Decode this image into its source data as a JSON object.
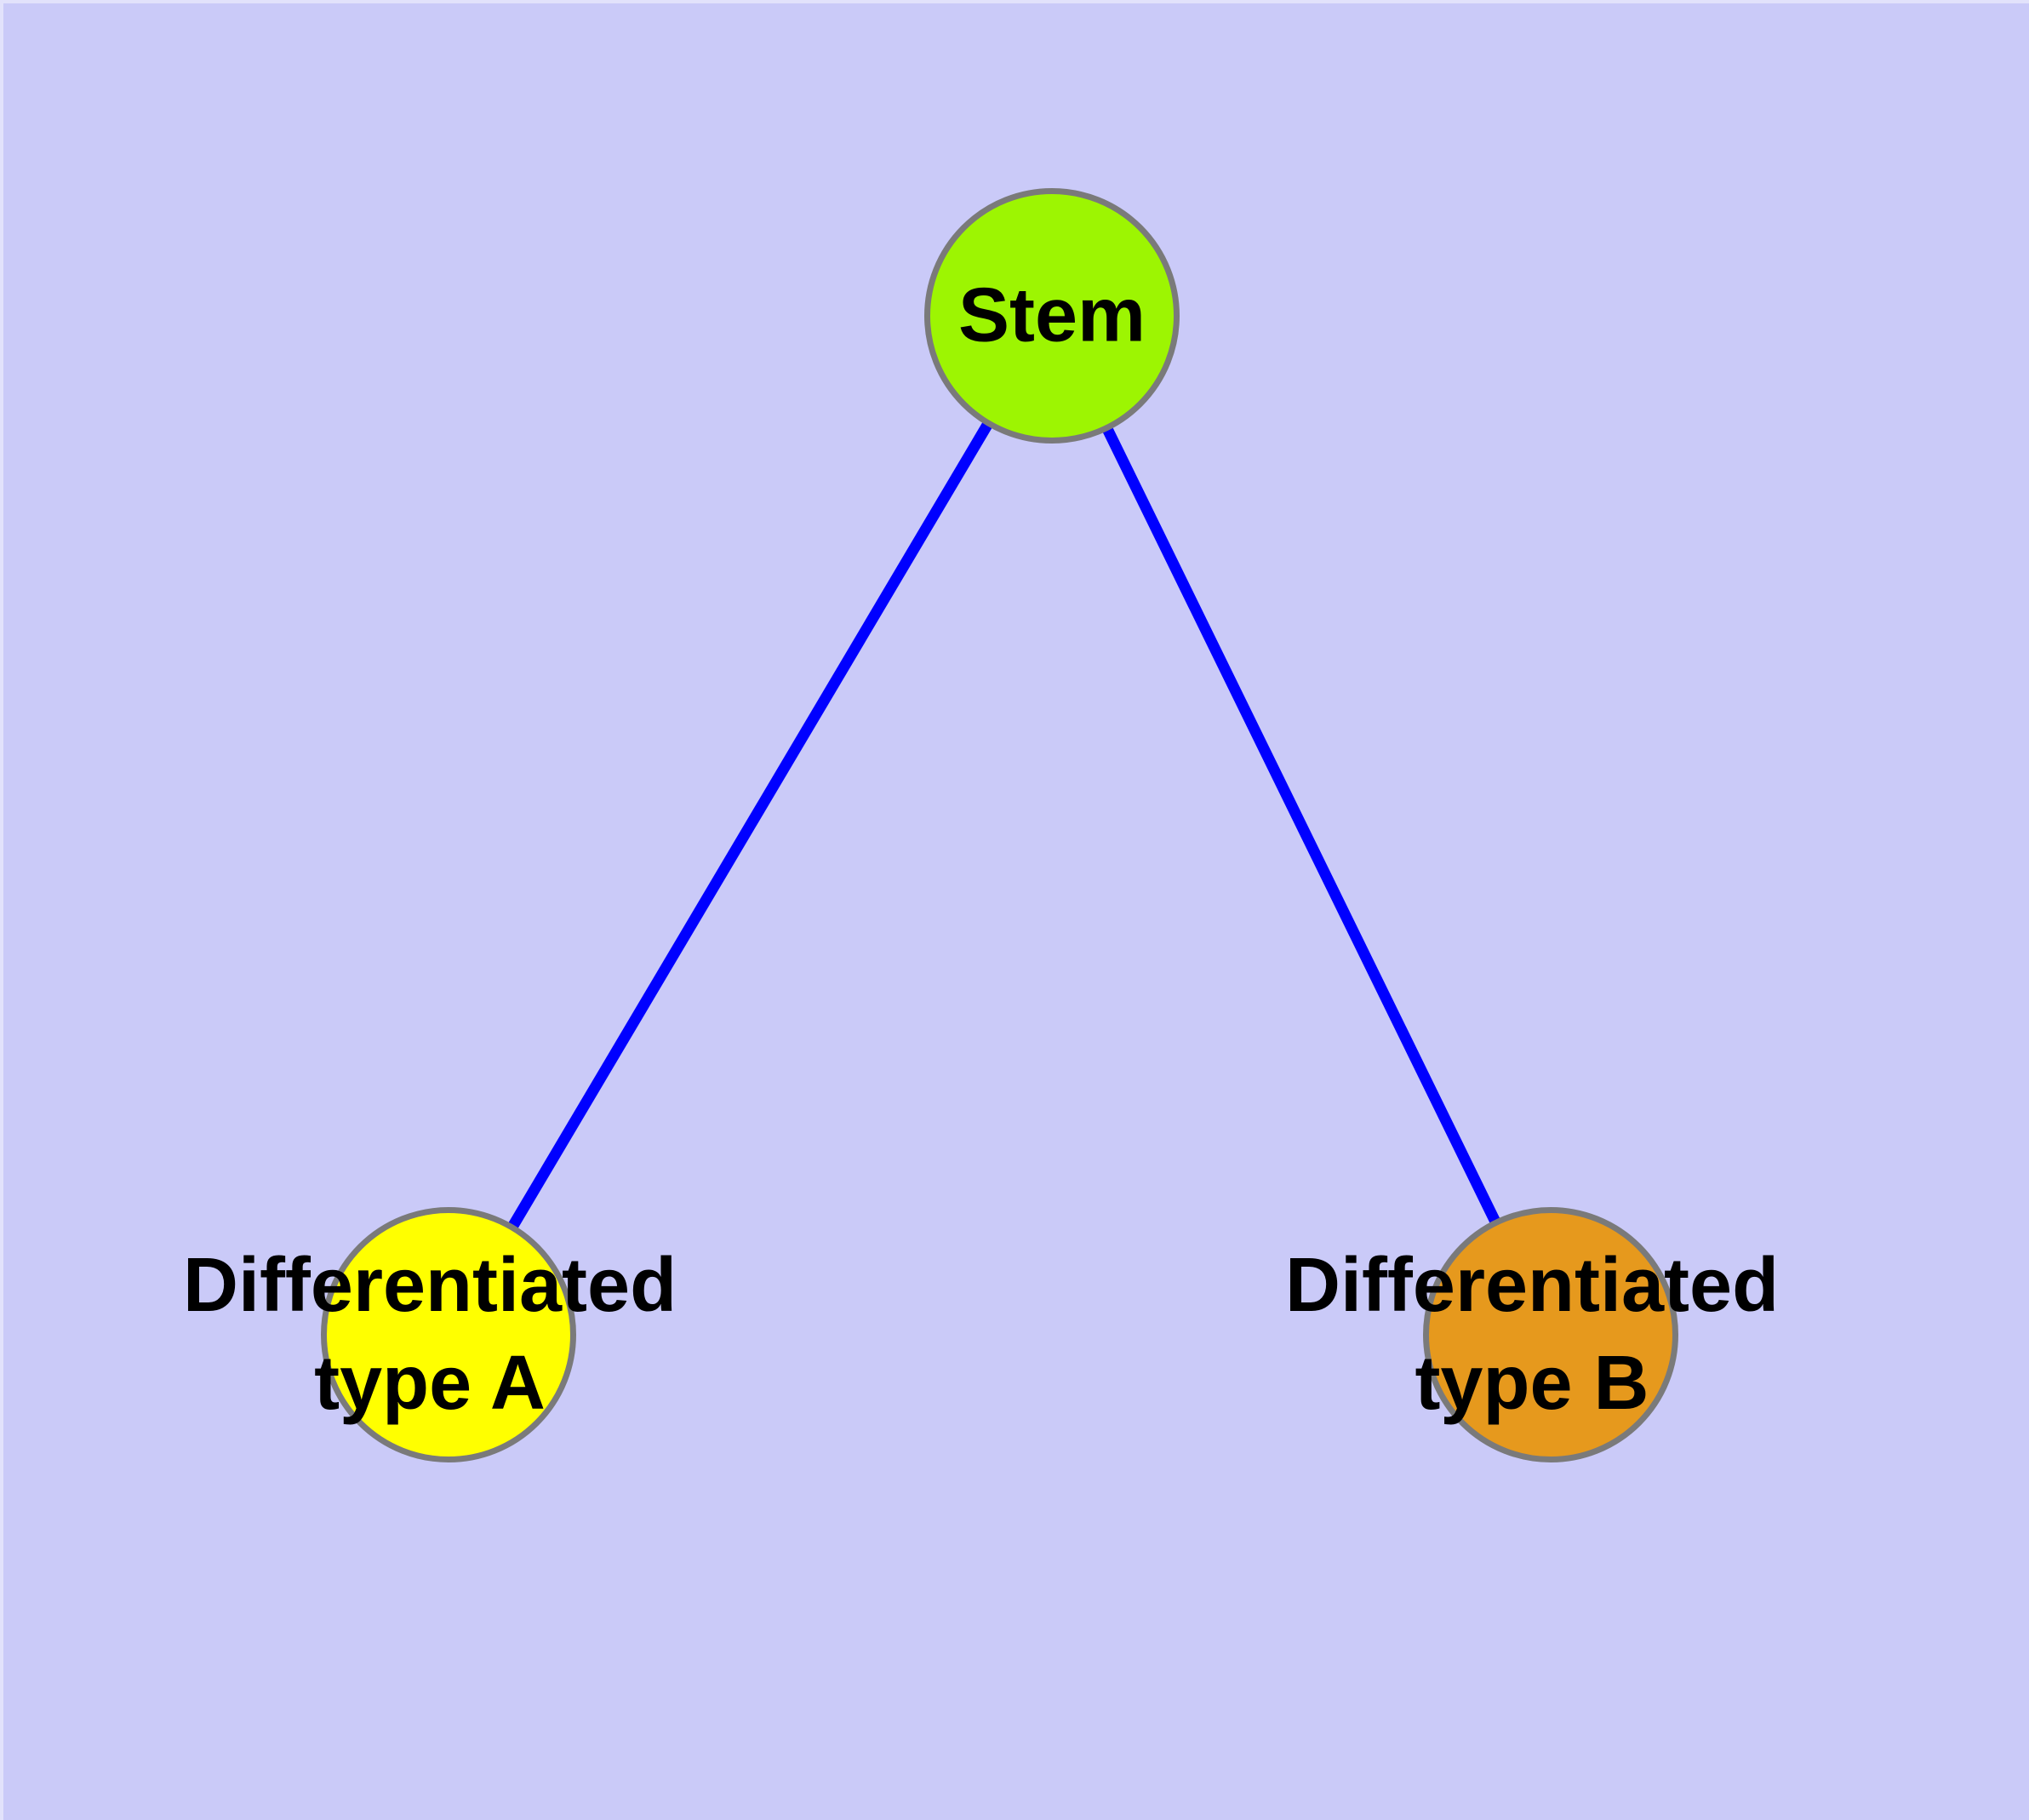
{
  "diagram": {
    "background_color": "#CACAF8",
    "node_border_color": "#7A7A7A",
    "label_color": "#000000",
    "nodes": {
      "stem": {
        "label": "Stem",
        "fill_color": "#9DF502"
      },
      "type_a": {
        "label_line1": "Differentiated",
        "label_line2": "type A",
        "fill_color": "#FFFF00"
      },
      "type_b": {
        "label_line1": "Differentiated",
        "label_line2": "type B",
        "fill_color": "#E6991D"
      }
    },
    "edges": {
      "stem_to_type_a": {
        "source": "Stem",
        "target": "Differentiated type A",
        "color": "#0000FF"
      },
      "stem_to_type_b": {
        "source": "Stem",
        "target": "Differentiated type B",
        "color": "#0000FF"
      }
    }
  }
}
